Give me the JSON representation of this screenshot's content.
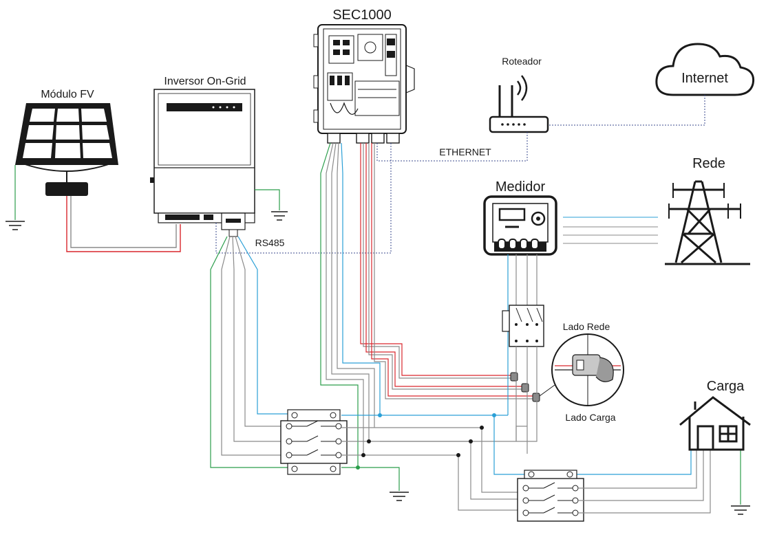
{
  "labels": {
    "pv_module": "Módulo FV",
    "inverter": "Inversor On-Grid",
    "sec1000": "SEC1000",
    "router": "Roteador",
    "internet": "Internet",
    "ethernet": "ETHERNET",
    "grid": "Rede",
    "meter": "Medidor",
    "rs485": "RS485",
    "grid_side": "Lado Rede",
    "load_side": "Lado Carga",
    "load": "Carga"
  },
  "colors": {
    "line": "#1a1a1a",
    "dc_red": "#d9262c",
    "ct_red": "#d9262c",
    "ground": "#2a9d4a",
    "neutral": "#2a9fd6",
    "comm": "#3a4a8c",
    "cable_gray": "#8a8a8a"
  }
}
